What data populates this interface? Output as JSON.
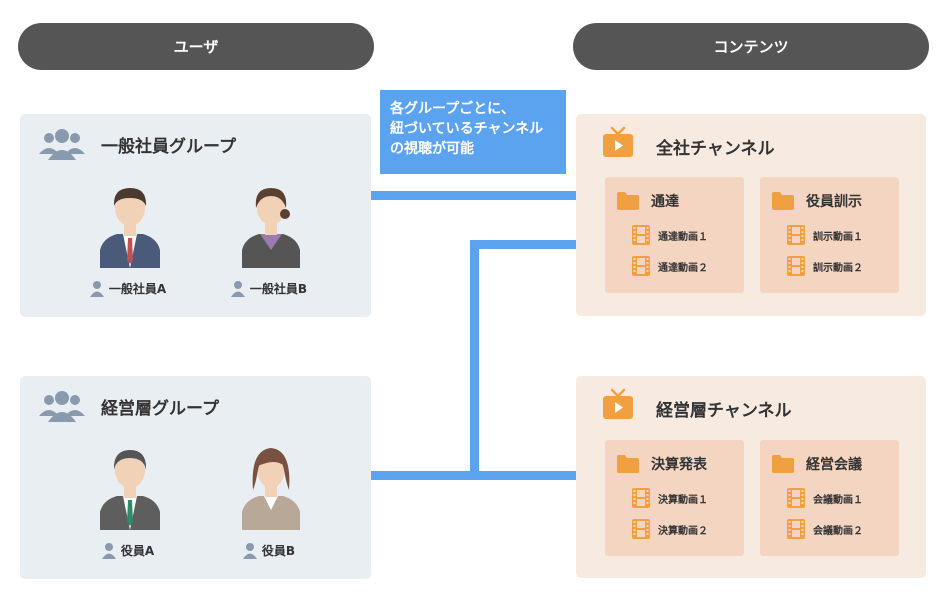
{
  "header": {
    "users_label": "ユーザ",
    "contents_label": "コンテンツ"
  },
  "note": {
    "lines": [
      "各グループごとに、",
      "紐づいているチャンネル",
      "の視聴が可能"
    ]
  },
  "user_groups": [
    {
      "name": "一般社員グループ",
      "members": [
        {
          "label": "一般社員A",
          "hair": "#4a3a30",
          "suit": "#4a5a7a",
          "tie": "#c05050"
        },
        {
          "label": "一般社員B",
          "hair": "#5a4030",
          "suit": "#555555",
          "scarf": "#9a7ab0"
        }
      ]
    },
    {
      "name": "経営層グループ",
      "members": [
        {
          "label": "役員A",
          "hair": "#555555",
          "suit": "#5e5e5e",
          "tie": "#2f8a6a"
        },
        {
          "label": "役員B",
          "hair": "#7a5040",
          "suit": "#b8a898"
        }
      ]
    }
  ],
  "channels": [
    {
      "name": "全社チャンネル",
      "folders": [
        {
          "name": "通達",
          "videos": [
            "通達動画１",
            "通達動画２"
          ]
        },
        {
          "name": "役員訓示",
          "videos": [
            "訓示動画１",
            "訓示動画２"
          ]
        }
      ]
    },
    {
      "name": "経営層チャンネル",
      "folders": [
        {
          "name": "決算発表",
          "videos": [
            "決算動画１",
            "決算動画２"
          ]
        },
        {
          "name": "経営会議",
          "videos": [
            "会議動画１",
            "会議動画２"
          ]
        }
      ]
    }
  ],
  "colors": {
    "accent_blue": "#5ba3ef",
    "accent_orange": "#f0a040",
    "group_bg": "#e9eef3",
    "channel_bg": "#f7eae0",
    "folder_bg": "#f4d5c2",
    "pill_bg": "#555555",
    "icon_gray": "#8a9aae"
  }
}
